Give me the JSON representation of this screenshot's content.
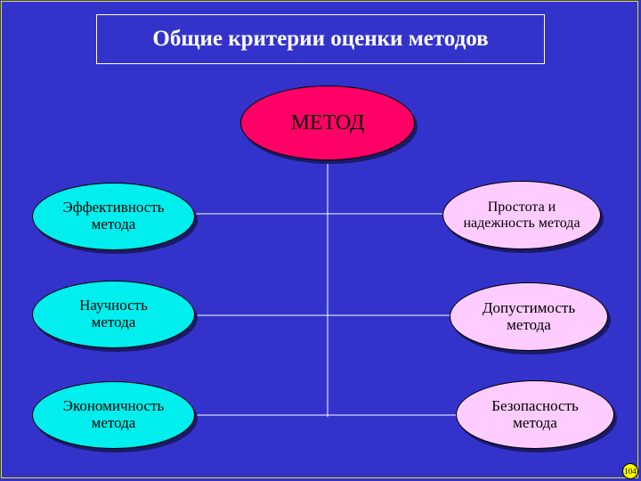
{
  "title": "Общие критерии оценки методов",
  "root": {
    "label": "МЕТОД"
  },
  "left_nodes": [
    {
      "line1": "Эффективность",
      "line2": "метода"
    },
    {
      "line1": "Научность",
      "line2": "метода"
    },
    {
      "line1": "Экономичность",
      "line2": "метода"
    }
  ],
  "right_nodes": [
    {
      "line1": "Простота и",
      "line2": "надежность метода"
    },
    {
      "line1": "Допустимость",
      "line2": "метода"
    },
    {
      "line1": "Безопасность",
      "line2": "метода"
    }
  ],
  "page_number": "104",
  "colors": {
    "background": "#3333cc",
    "root_fill": "#ff0066",
    "left_fill": "#00eeee",
    "right_fill": "#ffccff",
    "page_badge": "#ffff00"
  }
}
